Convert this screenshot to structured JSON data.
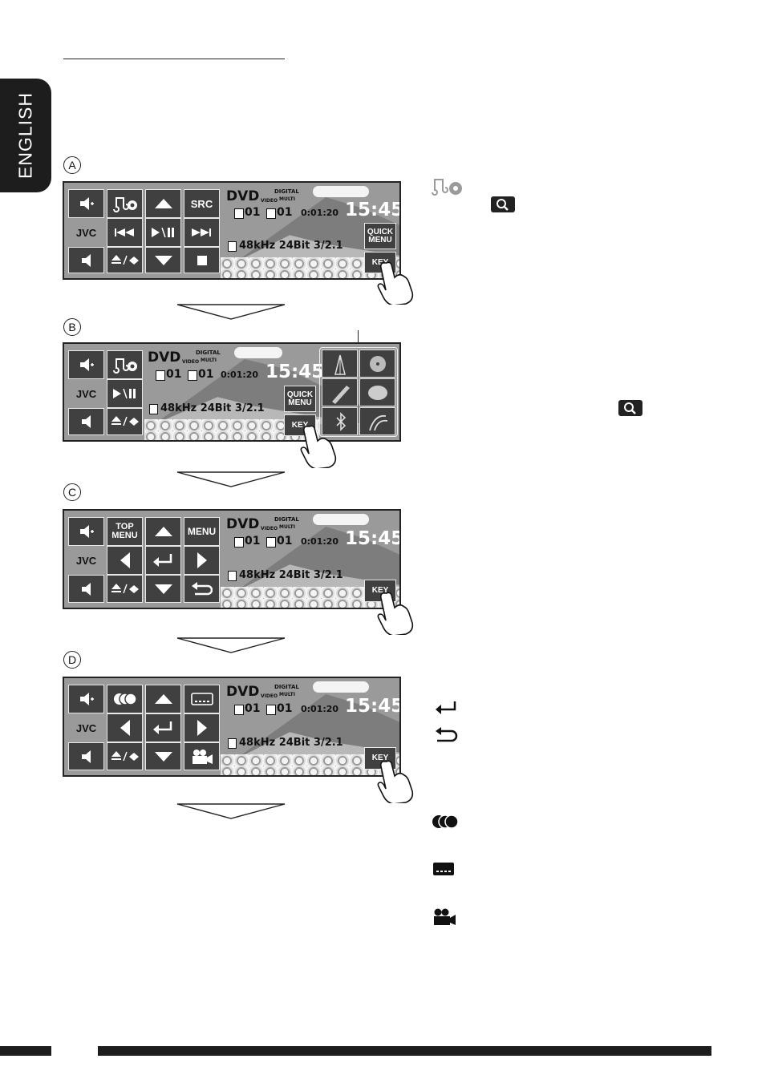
{
  "language_tab": "ENGLISH",
  "steps": [
    {
      "letter": "A",
      "buttons": {
        "r1": [
          "",
          "",
          "",
          "SRC"
        ],
        "r2": [
          "JVC",
          "",
          "",
          ""
        ],
        "r3": [
          "",
          "",
          "",
          ""
        ]
      },
      "quick_menu": "QUICK\nMENU",
      "key": "KEY"
    },
    {
      "letter": "B",
      "buttons": {
        "r2": "JVC"
      },
      "quick_menu": "QUICK\nMENU",
      "key": "KEY"
    },
    {
      "letter": "C",
      "buttons": {
        "top_menu": "TOP\nMENU",
        "menu": "MENU",
        "jvc": "JVC"
      },
      "key": "KEY"
    },
    {
      "letter": "D",
      "buttons": {
        "jvc": "JVC"
      },
      "key": "KEY"
    }
  ],
  "display": {
    "source": "DVD",
    "source_sub": "VIDEO",
    "digital": "DIGITAL",
    "multi": "MULTI",
    "title": "01",
    "chapter": "01",
    "time": "0:01:20",
    "clock": "15:45",
    "audio": "48kHz  24Bit  3/2.1"
  },
  "icons": {
    "music_settings": "music-settings-icon",
    "search": "search-icon",
    "enter": "enter-icon",
    "return": "return-icon",
    "audio": "audio-icon",
    "subtitle": "subtitle-icon",
    "angle": "angle-icon"
  }
}
